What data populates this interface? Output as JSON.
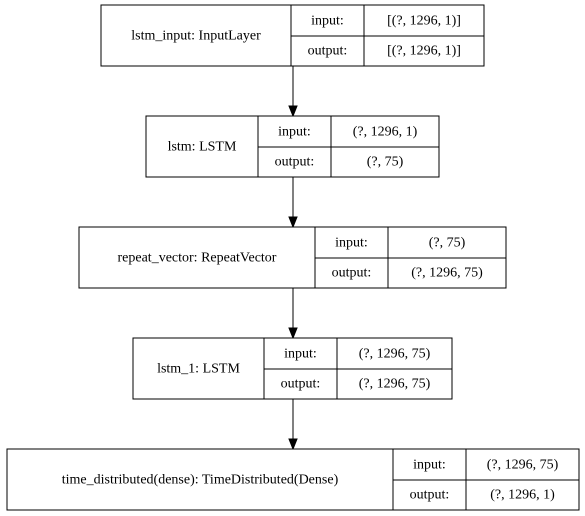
{
  "nodes": [
    {
      "name": "lstm_input: InputLayer",
      "input_label": "input:",
      "output_label": "output:",
      "input": "[(?, 1296, 1)]",
      "output": "[(?, 1296, 1)]"
    },
    {
      "name": "lstm: LSTM",
      "input_label": "input:",
      "output_label": "output:",
      "input": "(?, 1296, 1)",
      "output": "(?, 75)"
    },
    {
      "name": "repeat_vector: RepeatVector",
      "input_label": "input:",
      "output_label": "output:",
      "input": "(?, 75)",
      "output": "(?, 1296, 75)"
    },
    {
      "name": "lstm_1: LSTM",
      "input_label": "input:",
      "output_label": "output:",
      "input": "(?, 1296, 75)",
      "output": "(?, 1296, 75)"
    },
    {
      "name": "time_distributed(dense): TimeDistributed(Dense)",
      "input_label": "input:",
      "output_label": "output:",
      "input": "(?, 1296, 75)",
      "output": "(?, 1296, 1)"
    }
  ],
  "edges": [
    [
      0,
      1
    ],
    [
      1,
      2
    ],
    [
      2,
      3
    ],
    [
      3,
      4
    ]
  ]
}
